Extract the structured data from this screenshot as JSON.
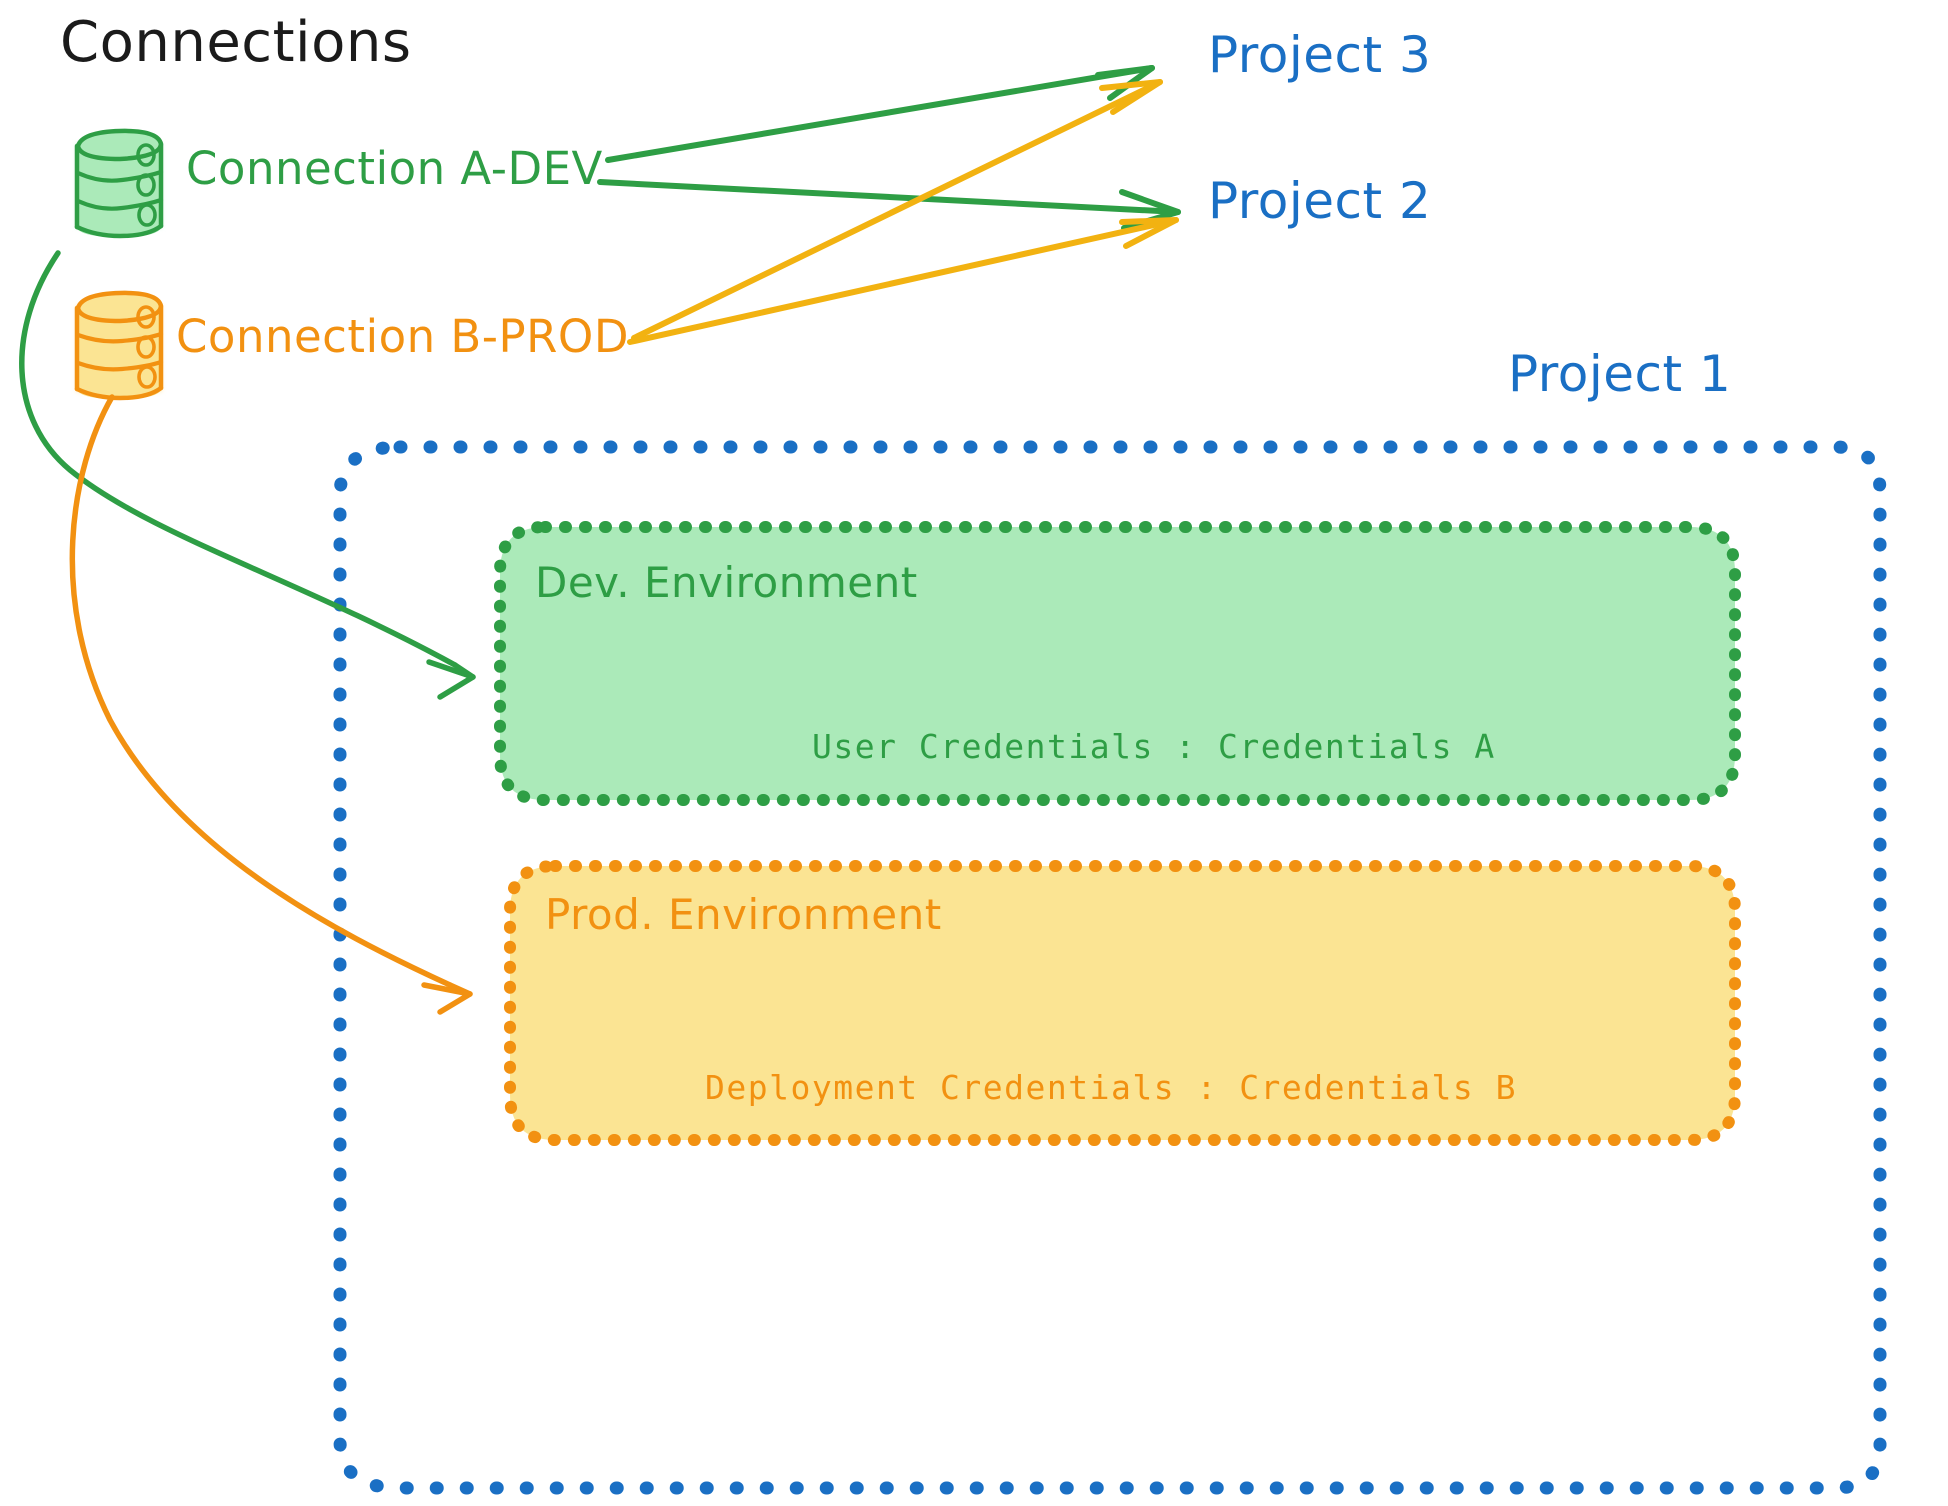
{
  "diagram": {
    "title": "Connections",
    "colors": {
      "green_stroke": "#2e9e45",
      "green_fill": "#abeab9",
      "orange_stroke": "#f29111",
      "orange_fill": "#fbe493",
      "blue": "#1a6fc4",
      "black": "#1b1b1b",
      "background": "#ffffff"
    },
    "connections": [
      {
        "id": "connection-a-dev",
        "label": "Connection A-DEV",
        "color": "#2e9e45",
        "icon": "database-cylinder-icon"
      },
      {
        "id": "connection-b-prod",
        "label": "Connection B-PROD",
        "color": "#f29111",
        "icon": "database-cylinder-icon"
      }
    ],
    "projects": [
      {
        "id": "project-3",
        "label": "Project 3"
      },
      {
        "id": "project-2",
        "label": "Project 2"
      },
      {
        "id": "project-1",
        "label": "Project 1"
      }
    ],
    "project_1_container": {
      "label": "Project 1",
      "border_style": "dotted",
      "border_color": "#1a6fc4",
      "environments": [
        {
          "id": "dev-environment",
          "title": "Dev. Environment",
          "credentials_label": "User Credentials",
          "credentials_separator": ":",
          "credentials_value": "Credentials A",
          "credentials_line": "User Credentials : Credentials A",
          "fill": "#abeab9",
          "border_color": "#2e9e45"
        },
        {
          "id": "prod-environment",
          "title": "Prod. Environment",
          "credentials_label": "Deployment Credentials",
          "credentials_separator": ":",
          "credentials_value": "Credentials B",
          "credentials_line": "Deployment Credentials : Credentials B",
          "fill": "#fbe493",
          "border_color": "#f29111"
        }
      ]
    },
    "edges": [
      {
        "id": "edge-a-dev-to-project-3",
        "from": "Connection A-DEV",
        "to": "Project 3",
        "color": "#2e9e45"
      },
      {
        "id": "edge-a-dev-to-project-2",
        "from": "Connection A-DEV",
        "to": "Project 2",
        "color": "#2e9e45"
      },
      {
        "id": "edge-a-dev-to-dev-environment",
        "from": "Connection A-DEV",
        "to": "Dev. Environment",
        "color": "#2e9e45"
      },
      {
        "id": "edge-b-prod-to-project-3",
        "from": "Connection B-PROD",
        "to": "Project 3",
        "color": "#f2b211"
      },
      {
        "id": "edge-b-prod-to-project-2",
        "from": "Connection B-PROD",
        "to": "Project 2",
        "color": "#f2b211"
      },
      {
        "id": "edge-b-prod-to-prod-environment",
        "from": "Connection B-PROD",
        "to": "Prod. Environment",
        "color": "#f29111"
      }
    ]
  }
}
